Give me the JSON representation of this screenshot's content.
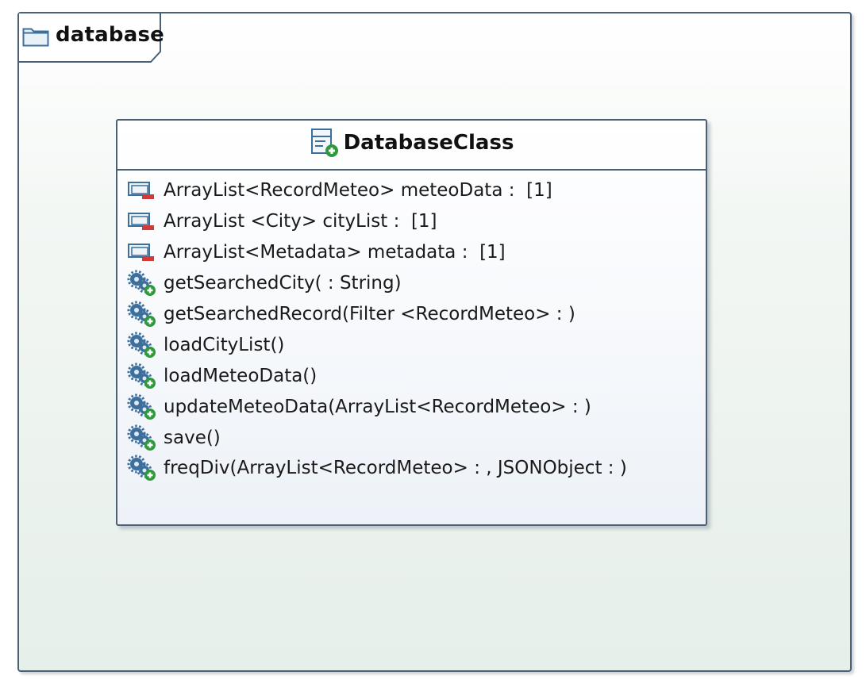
{
  "package": {
    "title": "database",
    "icon": "folder-icon"
  },
  "class": {
    "name": "DatabaseClass",
    "icon": "class-icon",
    "attributes": [
      {
        "text": "ArrayList<RecordMeteo> meteoData :  [1]",
        "icon": "private-attribute-icon"
      },
      {
        "text": "ArrayList <City> cityList :  [1]",
        "icon": "private-attribute-icon"
      },
      {
        "text": "ArrayList<Metadata> metadata :  [1]",
        "icon": "private-attribute-icon"
      }
    ],
    "operations": [
      {
        "text": "getSearchedCity( : String)",
        "icon": "public-operation-icon"
      },
      {
        "text": "getSearchedRecord(Filter <RecordMeteo> : )",
        "icon": "public-operation-icon"
      },
      {
        "text": "loadCityList()",
        "icon": "public-operation-icon"
      },
      {
        "text": "loadMeteoData()",
        "icon": "public-operation-icon"
      },
      {
        "text": "updateMeteoData(ArrayList<RecordMeteo> : )",
        "icon": "public-operation-icon"
      },
      {
        "text": "save()",
        "icon": "public-operation-icon"
      },
      {
        "text": "freqDiv(ArrayList<RecordMeteo> : , JSONObject : )",
        "icon": "public-operation-icon"
      }
    ]
  },
  "colors": {
    "border": "#4a6076",
    "private_marker": "#d23a3a",
    "public_marker": "#2e9a3c",
    "icon_blue": "#3d6f9c"
  }
}
